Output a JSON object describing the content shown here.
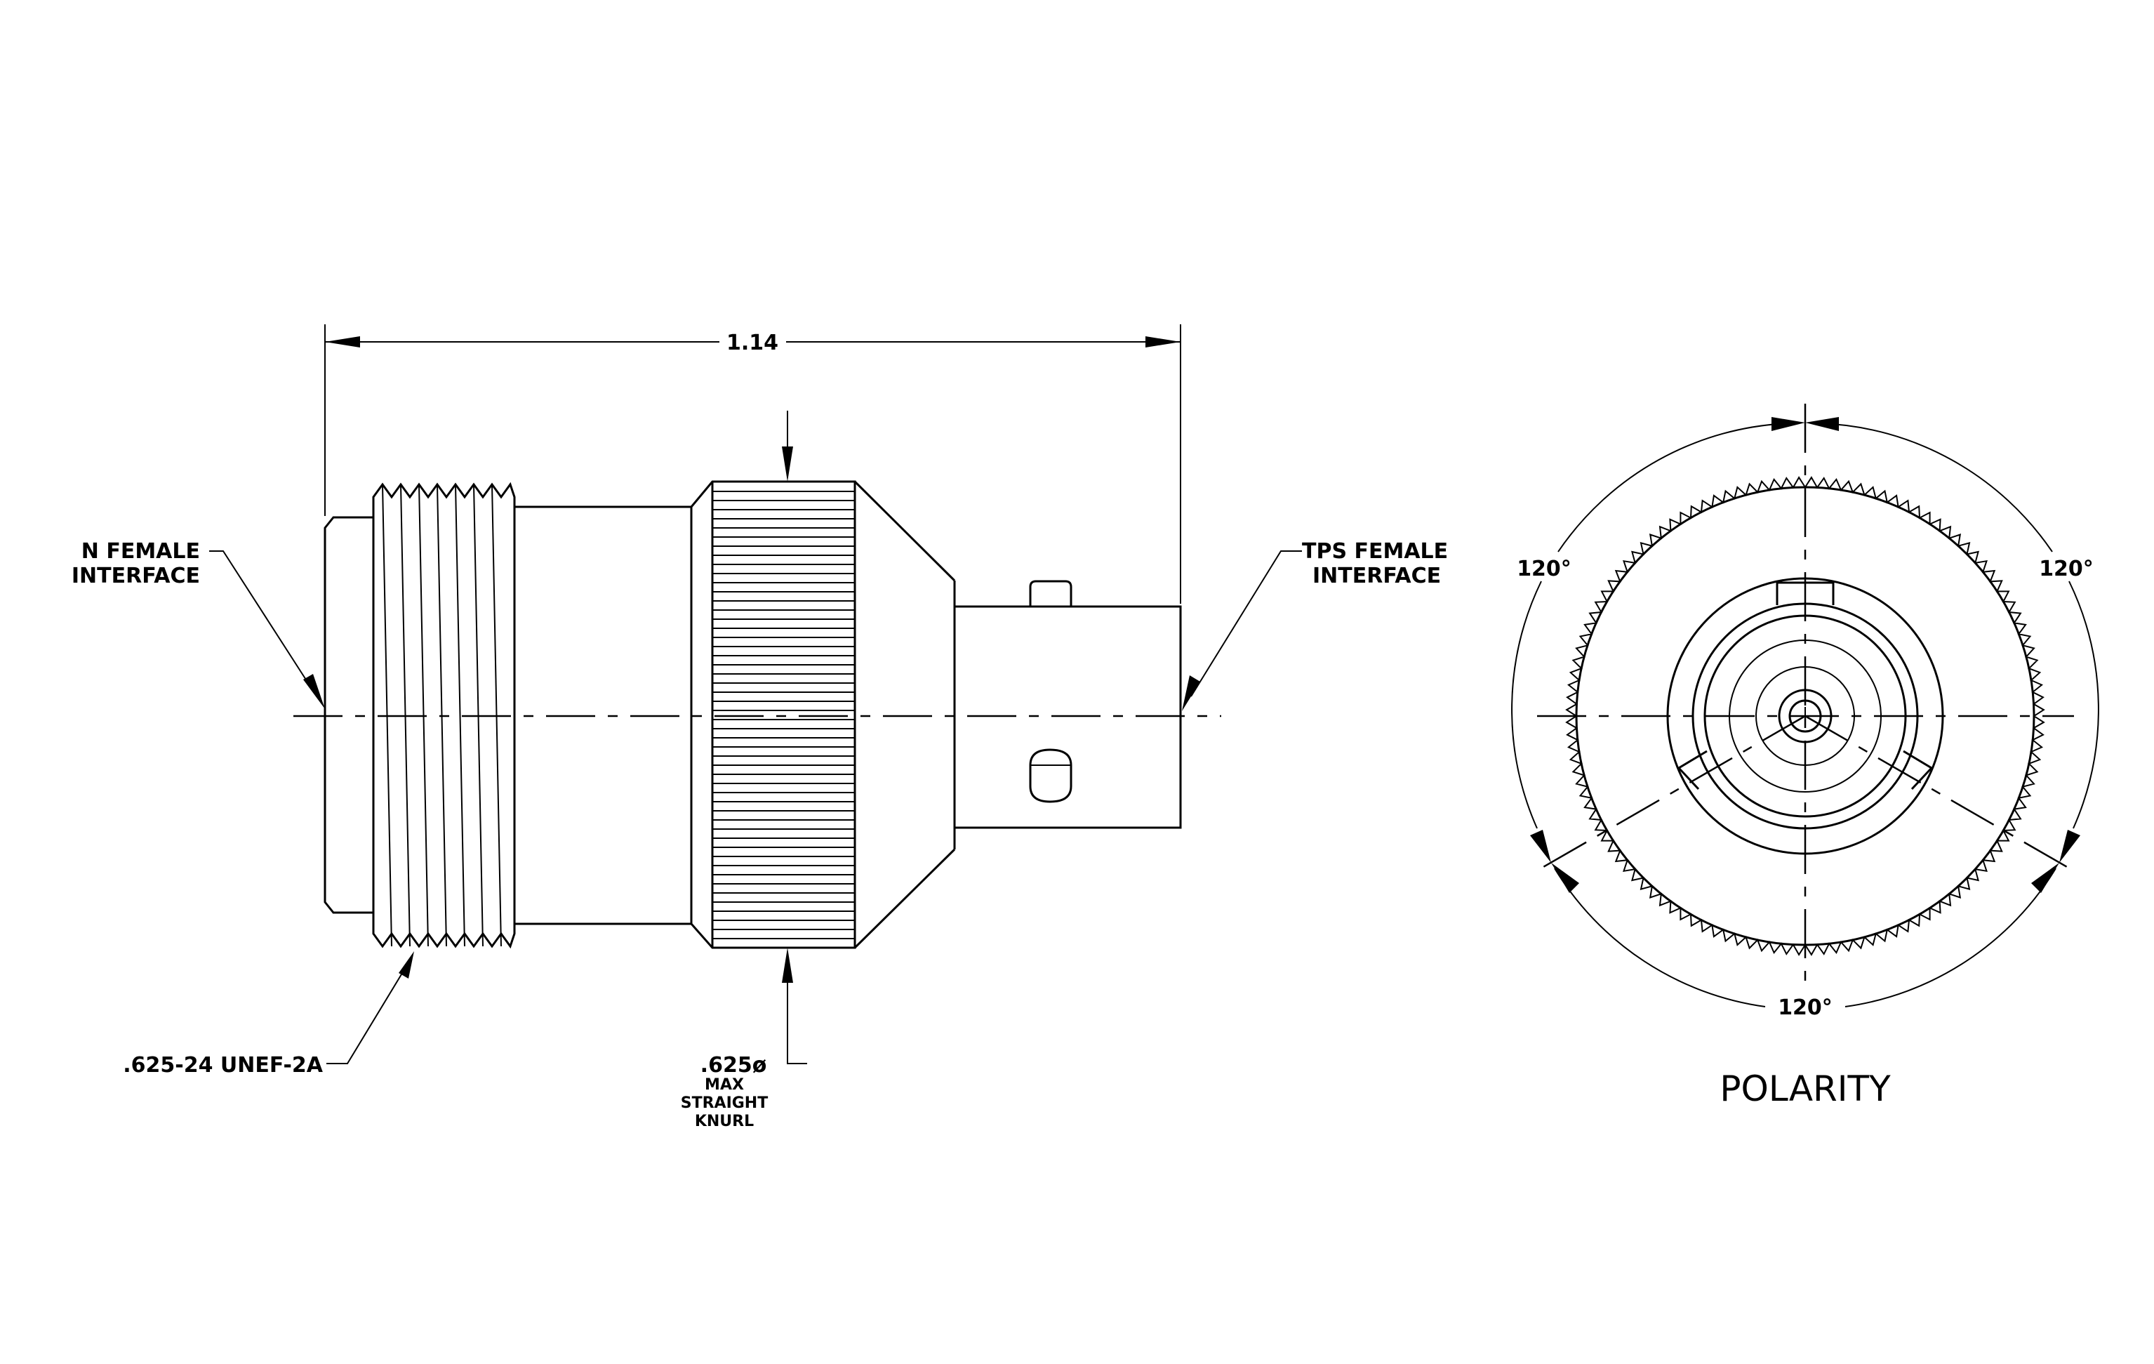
{
  "side_view": {
    "overall_length": "1.14",
    "left_label_line1": "N FEMALE",
    "left_label_line2": "INTERFACE",
    "right_label_line1": "TPS FEMALE",
    "right_label_line2": "INTERFACE",
    "thread_callout": ".625-24 UNEF-2A",
    "knurl_dia": ".625ø",
    "knurl_line2": "MAX",
    "knurl_line3": "STRAIGHT",
    "knurl_line4": "KNURL"
  },
  "end_view": {
    "angle_top_left": "120°",
    "angle_top_right": "120°",
    "angle_bottom": "120°",
    "caption": "POLARITY"
  }
}
